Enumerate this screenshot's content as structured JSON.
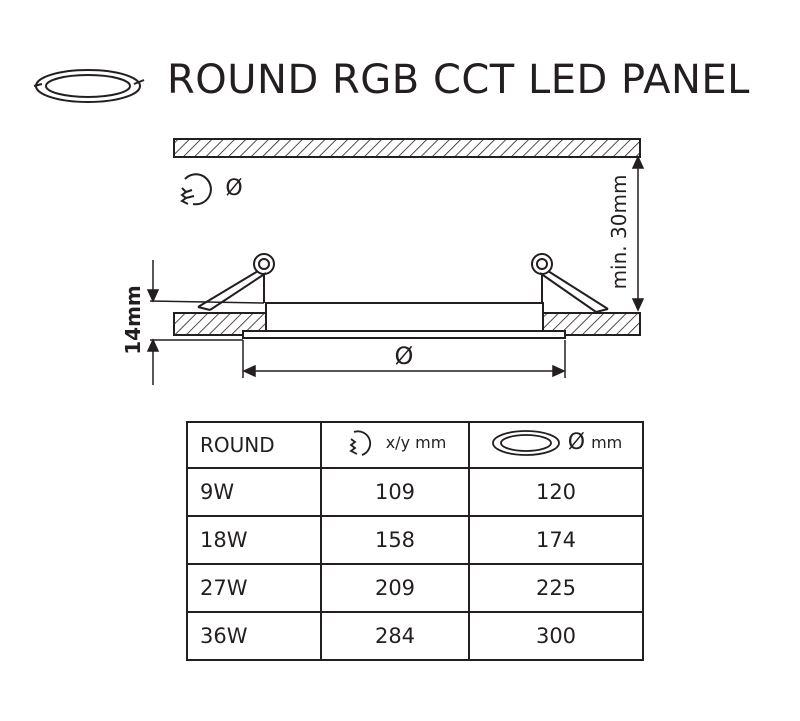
{
  "title": "ROUND RGB CCT LED PANEL",
  "diagram": {
    "cutout_symbol": "Ø",
    "ceiling_gap_label": "min. 30mm",
    "panel_height_label": "14mm",
    "panel_diameter_symbol": "Ø"
  },
  "table": {
    "headers": {
      "type": "ROUND",
      "cutout": "x/y mm",
      "diameter_symbol": "Ø",
      "diameter_unit": "mm"
    },
    "rows": [
      {
        "power": "9W",
        "cutout": "109",
        "diameter": "120"
      },
      {
        "power": "18W",
        "cutout": "158",
        "diameter": "174"
      },
      {
        "power": "27W",
        "cutout": "209",
        "diameter": "225"
      },
      {
        "power": "36W",
        "cutout": "284",
        "diameter": "300"
      }
    ]
  },
  "icons": [
    "panel-logo-icon",
    "hole-saw-icon",
    "panel-outline-icon"
  ],
  "colors": {
    "ink": "#231f20",
    "background": "#ffffff"
  }
}
